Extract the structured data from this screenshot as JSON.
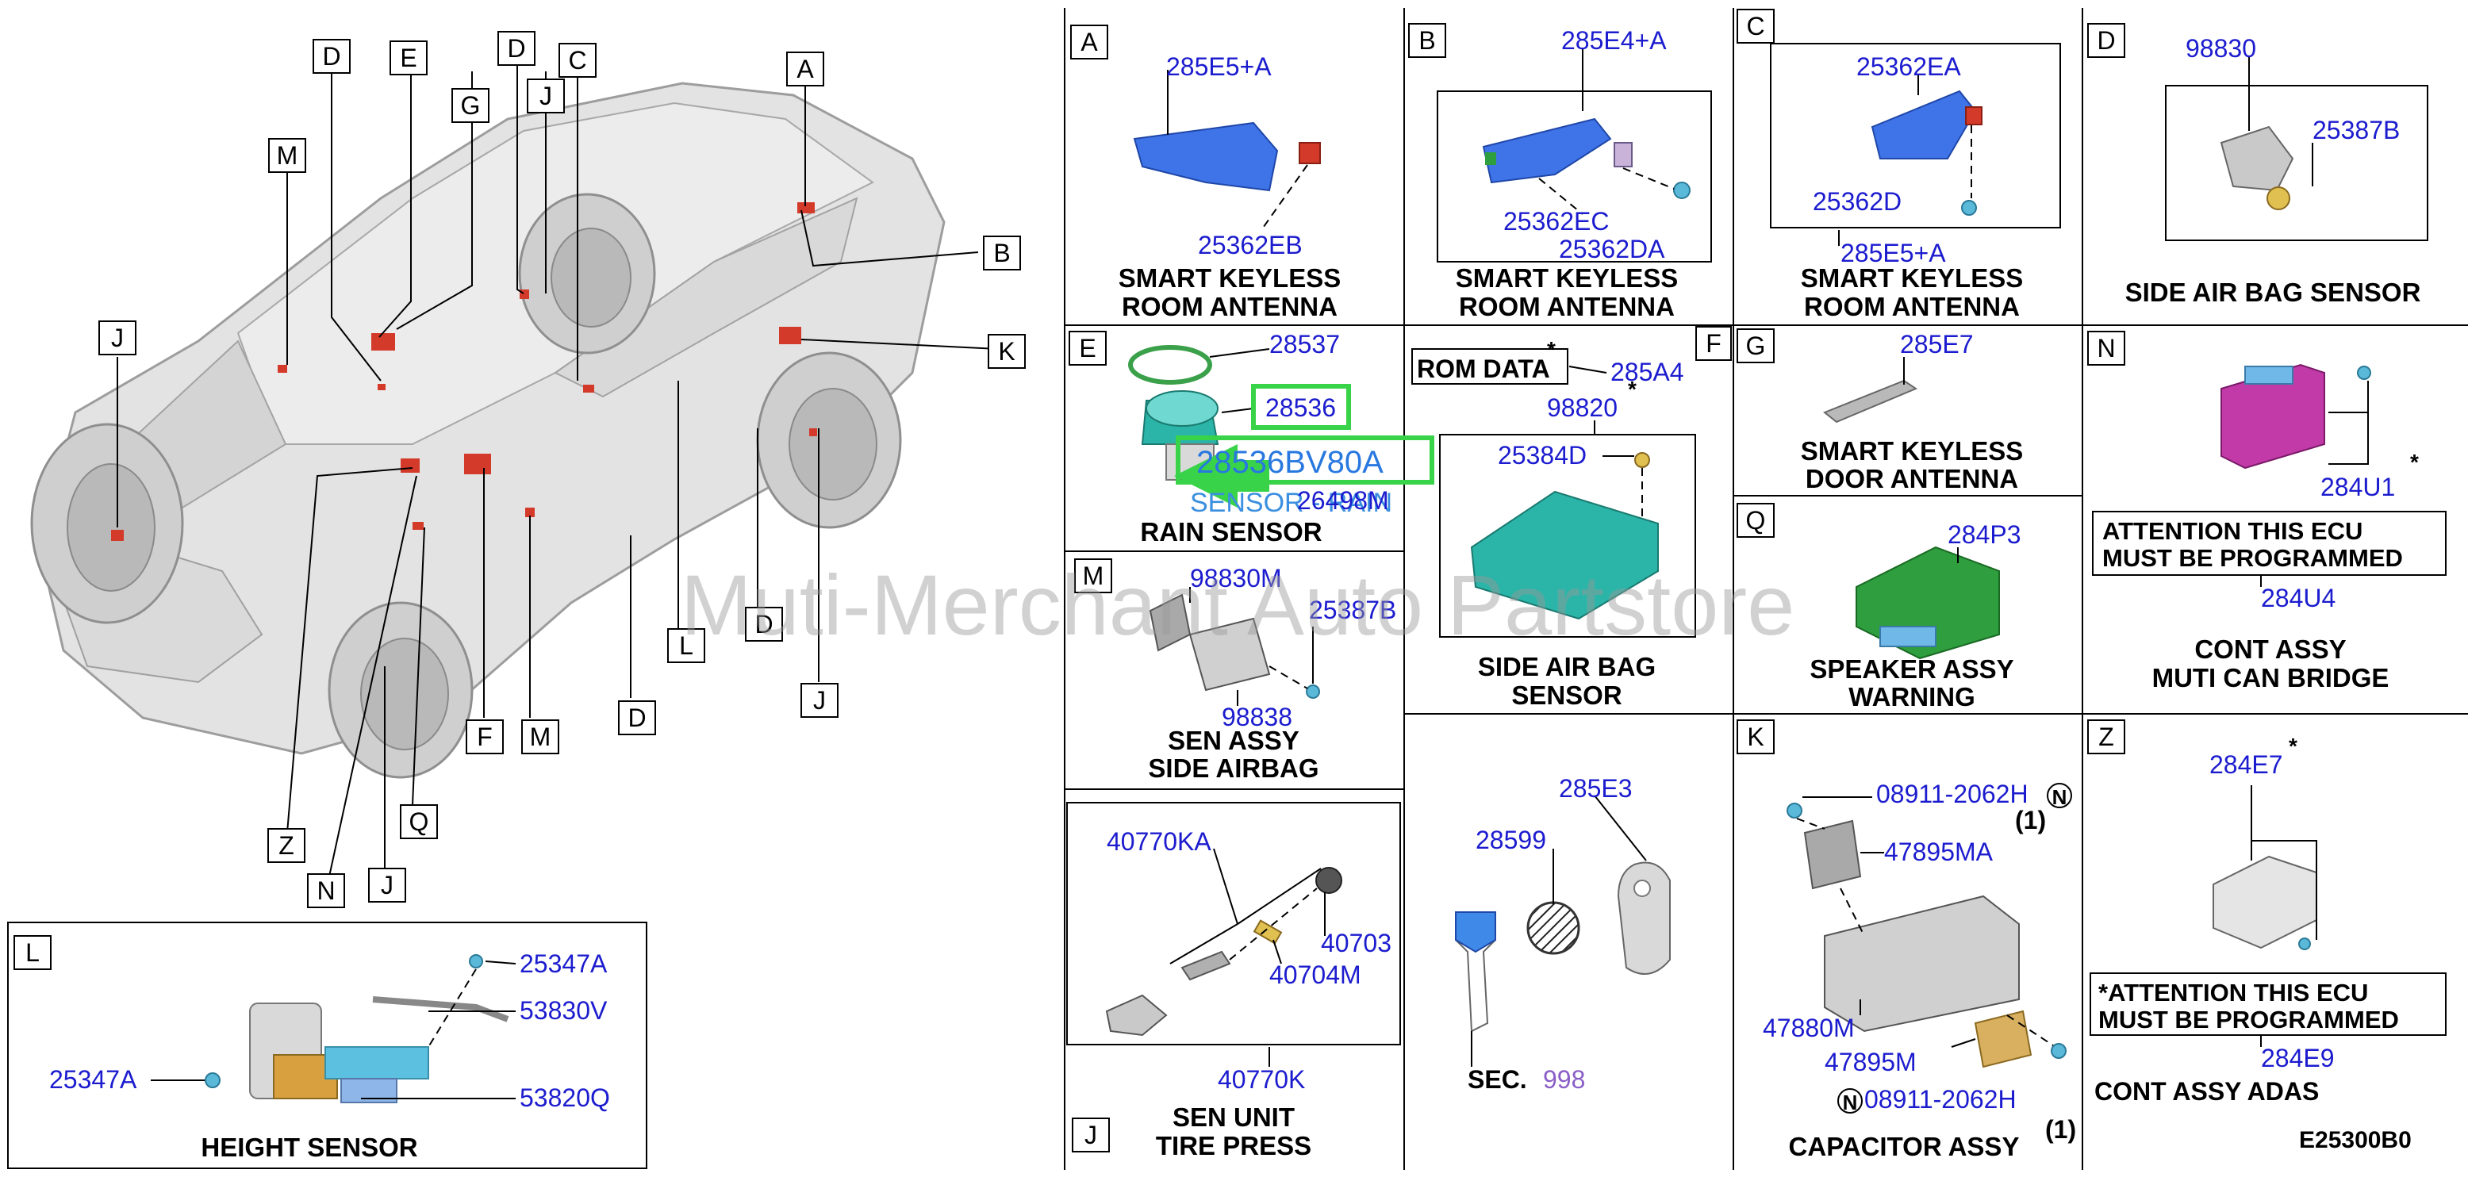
{
  "car_callouts": {
    "A": "A",
    "B": "B",
    "C": "C",
    "D": "D",
    "E": "E",
    "F": "F",
    "G": "G",
    "J": "J",
    "K": "K",
    "L": "L",
    "M": "M",
    "N": "N",
    "Q": "Q",
    "Z": "Z"
  },
  "panels": {
    "A": {
      "letter": "A",
      "parts": [
        "285E5+A",
        "25362EB"
      ],
      "caption": [
        "SMART KEYLESS",
        "ROOM ANTENNA"
      ]
    },
    "B": {
      "letter": "B",
      "parts": [
        "285E4+A",
        "25362EC",
        "25362DA"
      ],
      "caption": [
        "SMART KEYLESS",
        "ROOM ANTENNA"
      ]
    },
    "C": {
      "letter": "C",
      "parts": [
        "25362EA",
        "25362D",
        "285E5+A"
      ],
      "caption": [
        "SMART KEYLESS",
        "ROOM ANTENNA"
      ]
    },
    "D": {
      "letter": "D",
      "parts": [
        "98830",
        "25387B"
      ],
      "caption": [
        "SIDE AIR BAG SENSOR"
      ]
    },
    "E": {
      "letter": "E",
      "parts": [
        "28537",
        "28536",
        "28536BV80A",
        "26498M"
      ],
      "sensor_text": "SENSOR - RAIN",
      "caption": [
        "RAIN SENSOR"
      ]
    },
    "F": {
      "letter": "F",
      "rom_data": "ROM DATA",
      "star": "*",
      "parts": [
        "285A4",
        "98820",
        "25384D"
      ],
      "caption": [
        "SIDE AIR BAG",
        "SENSOR"
      ]
    },
    "G": {
      "letter": "G",
      "parts": [
        "285E7"
      ],
      "caption": [
        "SMART KEYLESS",
        "DOOR ANTENNA"
      ]
    },
    "N": {
      "letter": "N",
      "parts": [
        "284U1",
        "284U4"
      ],
      "attention": [
        "ATTENTION THIS ECU",
        "MUST BE PROGRAMMED"
      ],
      "caption": [
        "CONT ASSY",
        "MUTI CAN BRIDGE"
      ]
    },
    "M": {
      "letter": "M",
      "parts": [
        "98830M",
        "25387B",
        "98838"
      ],
      "caption": [
        "SEN ASSY",
        "SIDE AIRBAG"
      ]
    },
    "Q": {
      "letter": "Q",
      "parts": [
        "284P3"
      ],
      "caption": [
        "SPEAKER ASSY",
        "WARNING"
      ]
    },
    "J": {
      "letter": "J",
      "parts": [
        "40770KA",
        "40703",
        "40704M",
        "40770K"
      ],
      "caption": [
        "SEN UNIT",
        "TIRE PRESS"
      ]
    },
    "KEY": {
      "parts": [
        "285E3",
        "28599"
      ],
      "sec_label": "SEC.",
      "sec_num": "998"
    },
    "K": {
      "letter": "K",
      "parts": [
        "08911-2062H",
        "(1)",
        "47895MA",
        "47880M",
        "47895M",
        "08911-2062H",
        "(1)"
      ],
      "n_mark": "N",
      "caption": [
        "CAPACITOR ASSY"
      ]
    },
    "Z": {
      "letter": "Z",
      "parts": [
        "284E7",
        "284E9"
      ],
      "attention": [
        "*ATTENTION THIS ECU",
        "MUST BE PROGRAMMED"
      ],
      "caption": [
        "CONT ASSY ADAS"
      ],
      "drawing_code": "E25300B0"
    },
    "L": {
      "letter": "L",
      "parts": [
        "25347A",
        "53830V",
        "25347A",
        "53820Q"
      ],
      "caption": [
        "HEIGHT SENSOR"
      ]
    }
  },
  "watermark": "Muti-Merchant Auto Partstore",
  "colors": {
    "part_number": "#1c1ccf",
    "highlight": "#39d34a",
    "blue_component": "#3f73e8",
    "teal_component": "#2bb5a8",
    "green_component": "#2e9e3e",
    "magenta_component": "#c23aa8",
    "red_component": "#d43a2a",
    "watermark": "#9a9a9a"
  }
}
